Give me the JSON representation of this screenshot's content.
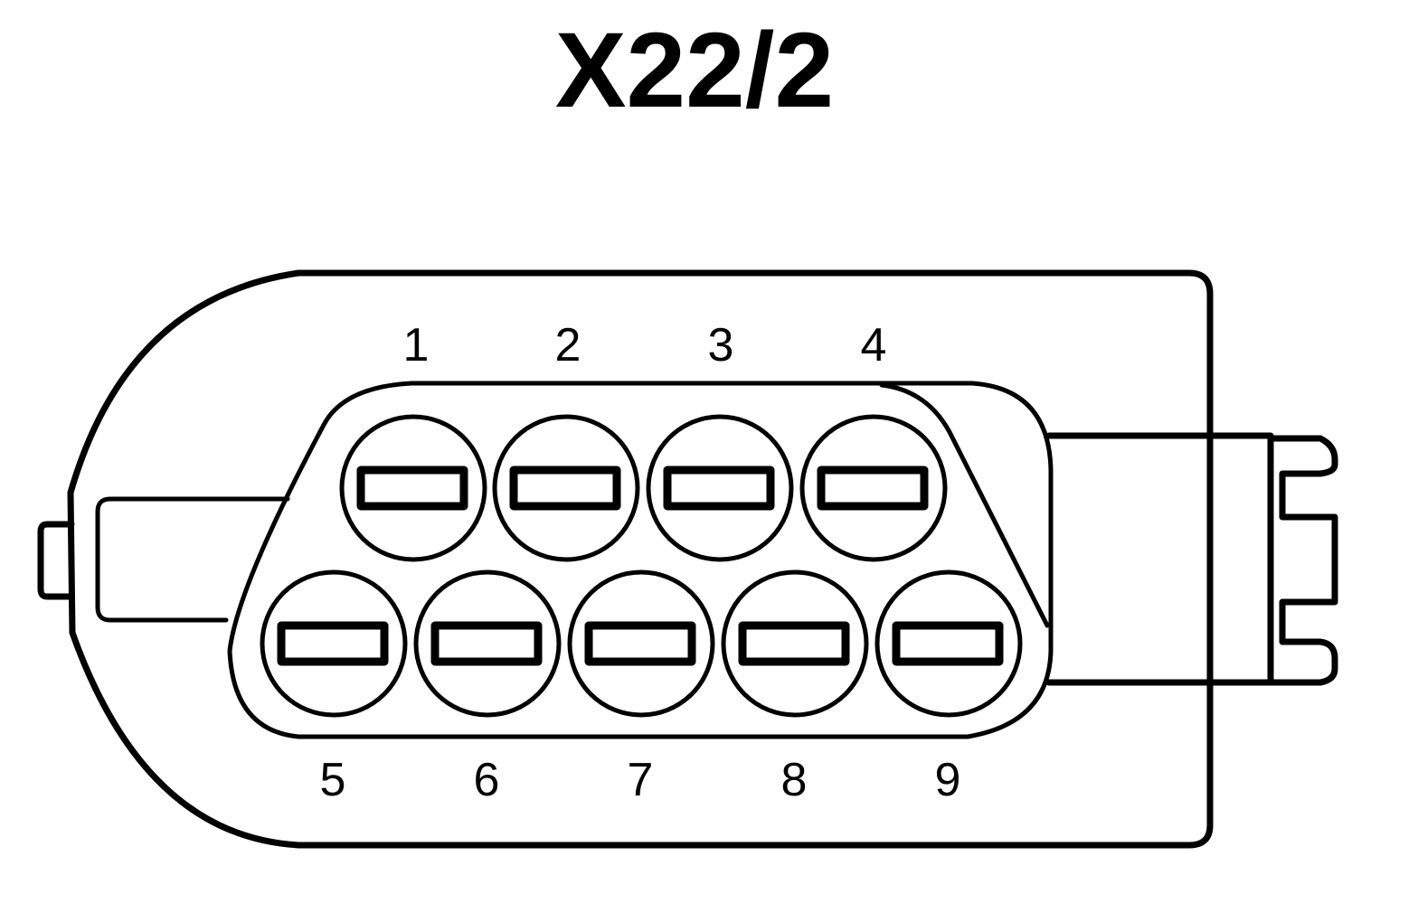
{
  "title": "X22/2",
  "connector": {
    "top_row_pins": [
      "1",
      "2",
      "3",
      "4"
    ],
    "bottom_row_pins": [
      "5",
      "6",
      "7",
      "8",
      "9"
    ]
  },
  "colors": {
    "line": "#000000",
    "background": "#ffffff"
  }
}
